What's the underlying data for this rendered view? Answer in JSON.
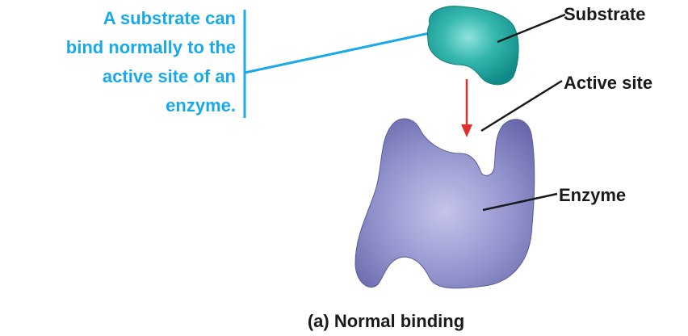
{
  "callout": {
    "lines": [
      "A substrate can",
      "bind normally to the",
      "active site of an",
      "enzyme."
    ]
  },
  "labels": {
    "substrate": "Substrate",
    "active_site": "Active site",
    "enzyme": "Enzyme"
  },
  "caption": "(a) Normal binding",
  "colors": {
    "callout_text": "#19a9e6",
    "substrate": "#1fa8a3",
    "enzyme": "#8c8cc8",
    "binding_arrow": "#e0302c",
    "leader_lines": "#1a1a1a"
  }
}
